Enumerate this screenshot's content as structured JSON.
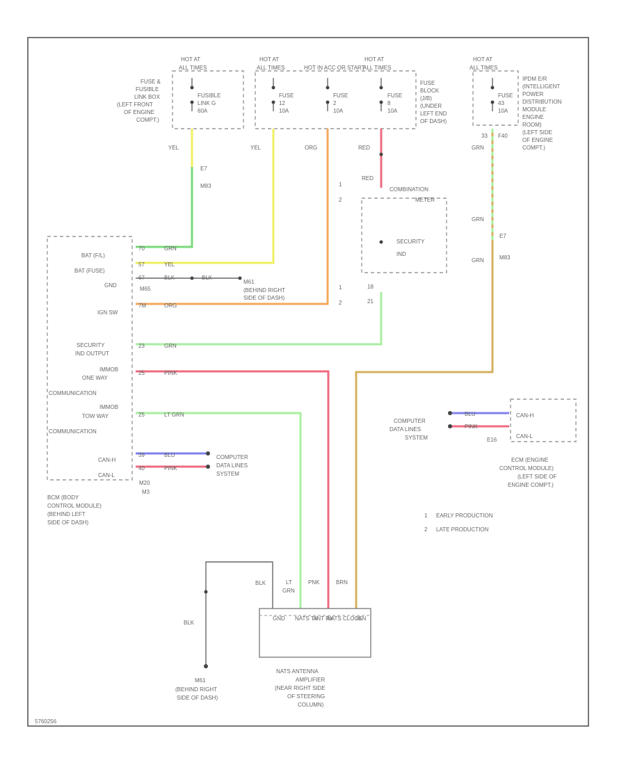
{
  "frame_code": "5760256",
  "fuses": {
    "hot_in_run_start_1": [
      "HOT AT",
      "ALL TIMES"
    ],
    "fuse_fusible_link_box": [
      "FUSE &",
      "FUSIBLE",
      "LINK BOX",
      "(LEFT FRONT",
      "OF ENGINE",
      "COMPT.)"
    ],
    "fusible_link_g": [
      "FUSIBLE",
      "LINK G",
      "60A"
    ],
    "hot_at_all_times_2": [
      "HOT AT",
      "ALL TIMES"
    ],
    "hot_in_acc_or_start": "HOT IN ACC OR START",
    "hot_at_all_times_3": [
      "HOT AT",
      "ALL TIMES"
    ],
    "fuse_12": [
      "FUSE",
      "12",
      "10A"
    ],
    "fuse_2": [
      "FUSE",
      "2",
      "10A"
    ],
    "fuse_8": [
      "FUSE",
      "8",
      "10A"
    ],
    "fuse_block": [
      "FUSE",
      "BLOCK",
      "(J/B)",
      "(UNDER",
      "LEFT END",
      "OF DASH)"
    ],
    "hot_at_all_times_4": [
      "HOT AT",
      "ALL TIMES"
    ],
    "fuse_43": [
      "FUSE",
      "43",
      "10A"
    ],
    "ipdm": [
      "IPDM E/R",
      "(INTELLIGENT",
      "POWER",
      "DISTRIBUTION",
      "MODULE",
      "ENGINE",
      "ROOM)",
      "(LEFT SIDE",
      "OF ENGINE",
      "COMPT.)"
    ],
    "f40": "F40",
    "pin_33": "33"
  },
  "wires": {
    "yel_1": "YEL",
    "yel_2": "YEL",
    "org": "ORG",
    "red": "RED",
    "red2": "RED",
    "grn_top": "GRN",
    "grn_mid": "GRN",
    "grn_low": "GRN",
    "e7_1": "E7",
    "e7_2": "E7",
    "m83_1": "M83",
    "m83_2": "M83",
    "grn_left": "GRN"
  },
  "combination_meter": {
    "label": "COMBINATION",
    "label2": "METER",
    "security_ind": [
      "SECURITY",
      "IND"
    ],
    "pin_18": "18",
    "pin_21": "21",
    "pin_1a": "1",
    "pin_2a": "2",
    "pin_1b": "1",
    "pin_2b": "2"
  },
  "bcm": {
    "rows": [
      {
        "label": "BAT (F/L)",
        "pin": "70",
        "color": "GRN"
      },
      {
        "label": "BAT (FUSE)",
        "pin": "57",
        "color": "YEL"
      },
      {
        "label": "GND",
        "pin": "67",
        "color": "BLK"
      },
      {
        "label": "IGN SW",
        "pin": "7M",
        "color": "ORG"
      },
      {
        "label": "SECURITY\nIND OUTPUT",
        "pin": "23",
        "color": "GRN"
      },
      {
        "label": "IMMOB\nONE WAY\nCOMMUNICATION",
        "pin": "25",
        "color": "PINK"
      },
      {
        "label": "IMMOB\nTOW WAY\nCOMMUNICATION",
        "pin": "25",
        "color": "LT GRN"
      },
      {
        "label": "CAN-H",
        "pin": "39",
        "color": "BLU"
      },
      {
        "label": "CAN-L",
        "pin": "40",
        "color": "PINK"
      }
    ],
    "blk_2": "BLK",
    "m65": "M65",
    "m61": "M61",
    "m61_desc": [
      "(BEHIND RIGHT",
      "SIDE OF DASH)"
    ],
    "conn_m20": "M20",
    "conn_m3": "M3",
    "label": [
      "BCM (BODY",
      "CONTROL MODULE)",
      "(BEHIND LEFT",
      "SIDE OF DASH)"
    ],
    "computer_data": [
      "COMPUTER",
      "DATA LINES",
      "SYSTEM"
    ]
  },
  "ecm": {
    "computer_data": [
      "COMPUTER",
      "DATA LINES",
      "SYSTEM"
    ],
    "canh": "CAN-H",
    "canl": "CAN-L",
    "e16": "E16",
    "label": [
      "ECM (ENGINE",
      "CONTROL MODULE)",
      "(LEFT SIDE OF",
      "ENGINE COMPT.)"
    ],
    "blu": "BLU",
    "pnk": "PINK"
  },
  "notes": [
    {
      "num": "1",
      "text": "EARLY PRODUCTION"
    },
    {
      "num": "2",
      "text": "LATE PRODUCTION"
    }
  ],
  "antenna": {
    "blk": "BLK",
    "lt_grn": [
      "LT",
      "GRN"
    ],
    "pnk": "PNK",
    "brn": "BRN",
    "pins": [
      "GND",
      "NATS TX",
      "ANT RX",
      "NATS CLOCK",
      "IGN"
    ],
    "label": [
      "NATS ANTENNA",
      "AMPLIFIER",
      "(NEAR RIGHT SIDE",
      "OF STEERING",
      "COLUMN)"
    ],
    "blk_left": "BLK",
    "m61": "M61",
    "m61_desc": [
      "(BEHIND RIGHT",
      "SIDE OF DASH)"
    ]
  },
  "colors": {
    "green": "#7ad87a",
    "yellow": "#f0ef60",
    "orange": "#f4a85c",
    "red": "#f06a80",
    "lightgreen": "#a8f0a0",
    "brown": "#d4b060",
    "blue": "#8080ee",
    "pink": "#f06a80"
  }
}
